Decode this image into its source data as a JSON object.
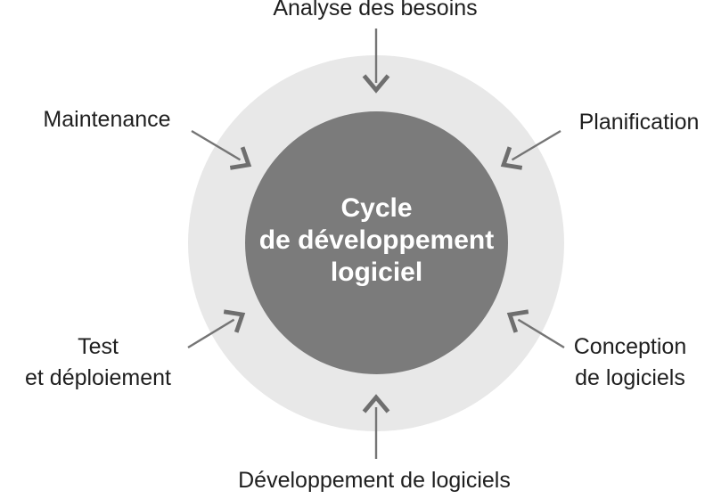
{
  "diagram": {
    "center": {
      "title_lines": [
        "Cycle",
        "de développement",
        "logiciel"
      ]
    },
    "stages": [
      {
        "id": "analyse",
        "position": "top",
        "label_lines": [
          "Analyse des besoins"
        ]
      },
      {
        "id": "planification",
        "position": "upper-right",
        "label_lines": [
          "Planification"
        ]
      },
      {
        "id": "conception",
        "position": "lower-right",
        "label_lines": [
          "Conception",
          "de logiciels"
        ]
      },
      {
        "id": "developpement",
        "position": "bottom",
        "label_lines": [
          "Développement de logiciels"
        ]
      },
      {
        "id": "test",
        "position": "lower-left",
        "label_lines": [
          "Test",
          "et déploiement"
        ]
      },
      {
        "id": "maintenance",
        "position": "upper-left",
        "label_lines": [
          "Maintenance"
        ]
      }
    ],
    "colors": {
      "background": "#ffffff",
      "outer_ring": "#e8e8e8",
      "inner_circle": "#7b7b7b",
      "center_text": "#ffffff",
      "label_text": "#1f1f1f",
      "arrow_line": "#757575",
      "arrowhead": "#6e6e6e"
    }
  }
}
